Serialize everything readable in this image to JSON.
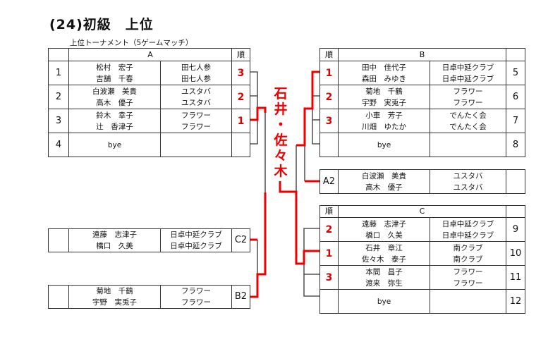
{
  "title": "(24)初級　上位",
  "subtitle": "上位トーナメント（5ゲームマッチ）",
  "winner": [
    "石",
    "井",
    "・",
    "佐",
    "々",
    "木"
  ],
  "tableA": {
    "header": "A",
    "rank_header": "順",
    "rows": [
      {
        "num": "1",
        "names": [
          "松村　宏子",
          "吉舗　千春"
        ],
        "clubs": [
          "田七人参",
          "田七人参"
        ],
        "rank": "3"
      },
      {
        "num": "2",
        "names": [
          "白波瀬　美貴",
          "高木　優子"
        ],
        "clubs": [
          "ユスタバ",
          "ユスタバ"
        ],
        "rank": "2"
      },
      {
        "num": "3",
        "names": [
          "鈴木　幸子",
          "辻　香津子"
        ],
        "clubs": [
          "フラワー",
          "フラワー"
        ],
        "rank": "1"
      },
      {
        "num": "4",
        "names": [
          "bye",
          ""
        ],
        "clubs": [
          "",
          ""
        ],
        "rank": ""
      }
    ]
  },
  "tableB": {
    "header": "B",
    "rank_header": "順",
    "rows": [
      {
        "num": "5",
        "names": [
          "田中　佳代子",
          "森田　みゆき"
        ],
        "clubs": [
          "日卓中延クラブ",
          "日卓中延クラブ"
        ],
        "rank": "1"
      },
      {
        "num": "6",
        "names": [
          "菊地　千鶴",
          "宇野　実兎子"
        ],
        "clubs": [
          "フラワー",
          "フラワー"
        ],
        "rank": "2"
      },
      {
        "num": "7",
        "names": [
          "小車　芳子",
          "川畑　ゆたか"
        ],
        "clubs": [
          "でんたく会",
          "でんたく会"
        ],
        "rank": "3"
      },
      {
        "num": "8",
        "names": [
          "bye",
          ""
        ],
        "clubs": [
          "",
          ""
        ],
        "rank": ""
      }
    ]
  },
  "tableC": {
    "header": "C",
    "rank_header": "順",
    "rows": [
      {
        "num": "9",
        "names": [
          "遠藤　志津子",
          "橋口　久美"
        ],
        "clubs": [
          "日卓中延クラブ",
          "日卓中延クラブ"
        ],
        "rank": "2"
      },
      {
        "num": "10",
        "names": [
          "石井　章江",
          "佐々木　泰子"
        ],
        "clubs": [
          "南クラブ",
          "南クラブ"
        ],
        "rank": "1"
      },
      {
        "num": "11",
        "names": [
          "本間　昌子",
          "渡来　弥生"
        ],
        "clubs": [
          "フラワー",
          "フラワー"
        ],
        "rank": "3"
      },
      {
        "num": "12",
        "names": [
          "bye",
          ""
        ],
        "clubs": [
          "",
          ""
        ],
        "rank": ""
      }
    ]
  },
  "a2": {
    "label": "A2",
    "names": [
      "白波瀬　美貴",
      "高木　優子"
    ],
    "clubs": [
      "ユスタバ",
      "ユスタバ"
    ]
  },
  "c2": {
    "label": "C2",
    "names": [
      "遠藤　志津子",
      "橋口　久美"
    ],
    "clubs": [
      "日卓中延クラブ",
      "日卓中延クラブ"
    ]
  },
  "b2": {
    "label": "B2",
    "names": [
      "菊地　千鶴",
      "宇野　実兎子"
    ],
    "clubs": [
      "フラワー",
      "フラワー"
    ]
  },
  "colors": {
    "red": "#dd0000",
    "line": "#333333"
  }
}
